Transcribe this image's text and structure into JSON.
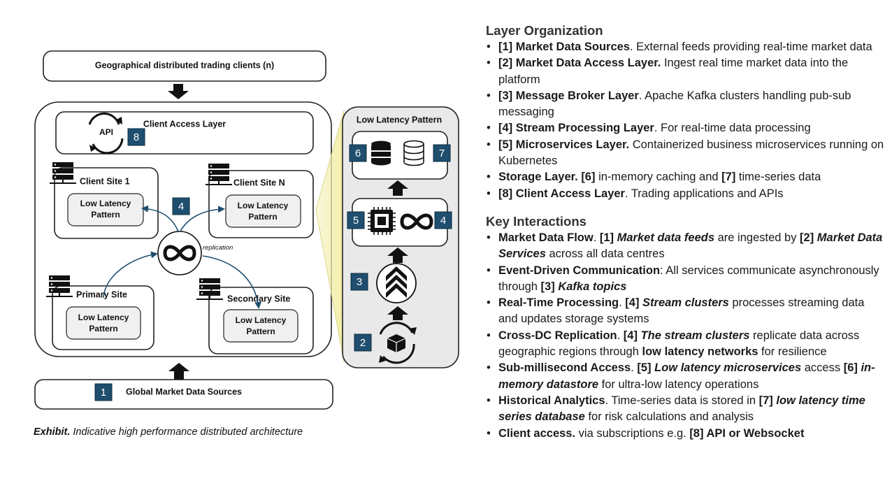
{
  "diagram": {
    "clients_label": "Geographical distributed trading clients (n)",
    "client_access_label": "Client Access Layer",
    "api_label": "API",
    "client_site_1": "Client Site 1",
    "client_site_n": "Client Site N",
    "primary_site": "Primary Site",
    "secondary_site": "Secondary Site",
    "llp_line1": "Low Latency",
    "llp_line2": "Pattern",
    "replication_label": "replication",
    "market_sources_label": "Global Market Data Sources",
    "pattern_title": "Low Latency Pattern",
    "badges": {
      "b1": "1",
      "b2": "2",
      "b3": "3",
      "b4a": "4",
      "b4b": "4",
      "b5": "5",
      "b6": "6",
      "b7": "7",
      "b8": "8"
    }
  },
  "caption": {
    "bold": "Exhibit.",
    "text": " Indicative high performance distributed architecture"
  },
  "layer_org": {
    "heading": "Layer Organization",
    "items": [
      [
        {
          "t": "[1] Market Data Sources",
          "s": "b"
        },
        {
          "t": ". External feeds providing real-time market data"
        }
      ],
      [
        {
          "t": "[2] Market Data Access Layer.",
          "s": "b"
        },
        {
          "t": " Ingest real time market data into the platform"
        }
      ],
      [
        {
          "t": "[3] Message Broker Layer",
          "s": "b"
        },
        {
          "t": ". Apache Kafka clusters handling pub-sub messaging"
        }
      ],
      [
        {
          "t": "[4] Stream Processing Layer",
          "s": "b"
        },
        {
          "t": ". For real-time data processing"
        }
      ],
      [
        {
          "t": "[5] Microservices Layer.",
          "s": "b"
        },
        {
          "t": " Containerized business microservices running on Kubernetes"
        }
      ],
      [
        {
          "t": " Storage Layer. ",
          "s": "b"
        },
        {
          "t": "[6]",
          "s": "b"
        },
        {
          "t": " in-memory caching and "
        },
        {
          "t": "[7]",
          "s": "b"
        },
        {
          "t": " time-series data"
        }
      ],
      [
        {
          "t": "[8] Client Access Layer",
          "s": "b"
        },
        {
          "t": ". Trading applications and APIs"
        }
      ]
    ]
  },
  "key_interactions": {
    "heading": "Key Interactions",
    "items": [
      [
        {
          "t": "Market Data Flow",
          "s": "b"
        },
        {
          "t": ". "
        },
        {
          "t": "[1]",
          "s": "b"
        },
        {
          "t": " "
        },
        {
          "t": "Market data feeds",
          "s": "bi"
        },
        {
          "t": " are ingested by "
        },
        {
          "t": "[2]",
          "s": "b"
        },
        {
          "t": " "
        },
        {
          "t": "Market Data Services",
          "s": "bi"
        },
        {
          "t": " across all data centres"
        }
      ],
      [
        {
          "t": "Event-Driven Communication",
          "s": "b"
        },
        {
          "t": ": All services communicate asynchronously through "
        },
        {
          "t": "[3]",
          "s": "b"
        },
        {
          "t": " "
        },
        {
          "t": "Kafka topics",
          "s": "bi"
        }
      ],
      [
        {
          "t": "Real-Time Processing",
          "s": "b"
        },
        {
          "t": ". "
        },
        {
          "t": "[4]",
          "s": "b"
        },
        {
          "t": " "
        },
        {
          "t": "Stream clusters",
          "s": "bi"
        },
        {
          "t": " processes streaming data and updates storage systems"
        }
      ],
      [
        {
          "t": "Cross-DC Replication",
          "s": "b"
        },
        {
          "t": ". "
        },
        {
          "t": "[4]",
          "s": "b"
        },
        {
          "t": " "
        },
        {
          "t": "The stream clusters",
          "s": "bi"
        },
        {
          "t": " replicate data across geographic regions through "
        },
        {
          "t": "low latency networks",
          "s": "b"
        },
        {
          "t": " for resilience"
        }
      ],
      [
        {
          "t": "Sub-millisecond Access",
          "s": "b"
        },
        {
          "t": ". "
        },
        {
          "t": "[5]",
          "s": "b"
        },
        {
          "t": " "
        },
        {
          "t": "Low latency microservices",
          "s": "bi"
        },
        {
          "t": " access "
        },
        {
          "t": "[6]",
          "s": "b"
        },
        {
          "t": " "
        },
        {
          "t": "in-memory datastore",
          "s": "bi"
        },
        {
          "t": " for ultra-low latency operations"
        }
      ],
      [
        {
          "t": "Historical Analytics",
          "s": "b"
        },
        {
          "t": ". Time-series data is stored in "
        },
        {
          "t": "[7]",
          "s": "b"
        },
        {
          "t": " "
        },
        {
          "t": "low latency time series database",
          "s": "bi"
        },
        {
          "t": " for risk calculations and analysis"
        }
      ],
      [
        {
          "t": "Client access.",
          "s": "b"
        },
        {
          "t": " via subscriptions e.g. "
        },
        {
          "t": "[8] API or Websocket",
          "s": "b"
        }
      ]
    ]
  }
}
